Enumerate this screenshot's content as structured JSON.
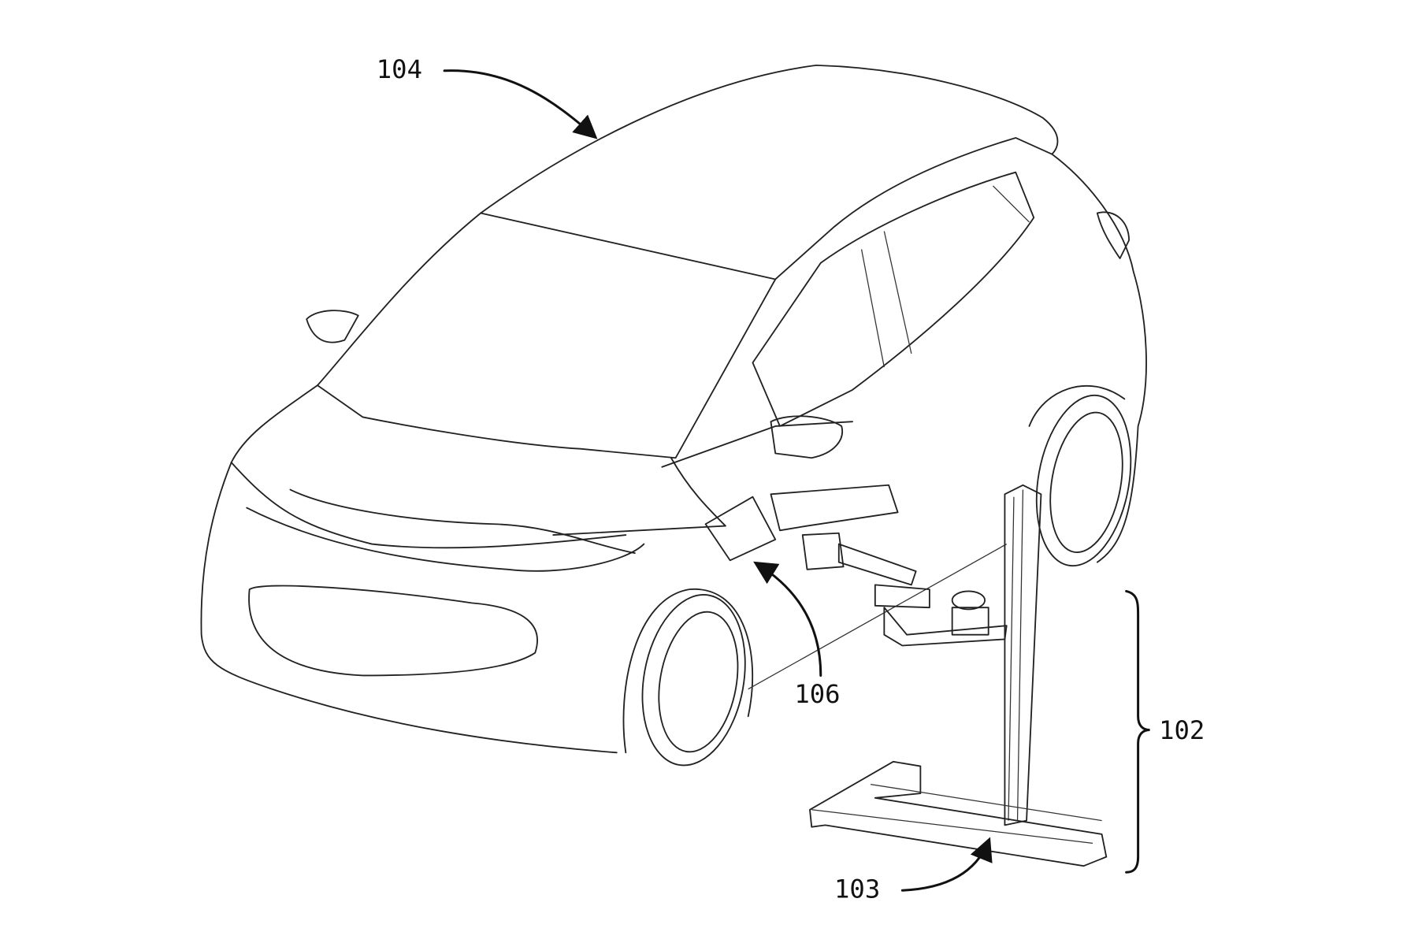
{
  "figure": {
    "labels": {
      "vehicle": "104",
      "charging_port": "106",
      "robot_system": "102",
      "base": "103"
    }
  }
}
